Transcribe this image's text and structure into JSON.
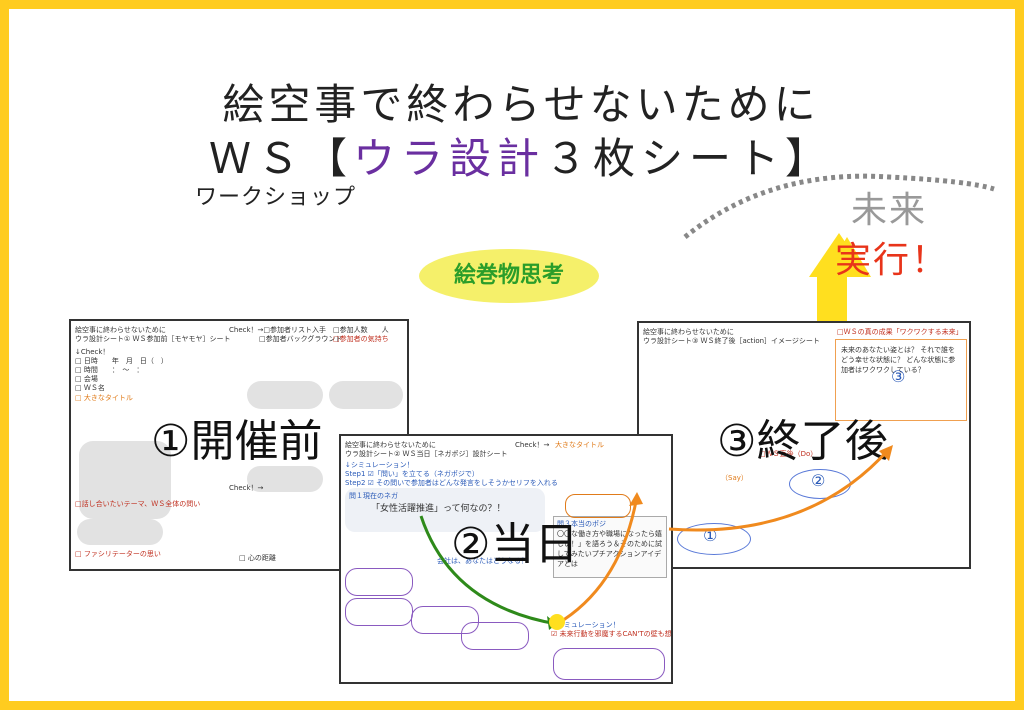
{
  "title": {
    "line1": "絵空事で終わらせないために",
    "line2_prefix": "ＷＳ【",
    "line2_accent": "ウラ設計",
    "line2_suffix": "３枚シート】"
  },
  "subtitle": "ワークショップ",
  "bubble_label": "絵巻物思考",
  "future_label": "未来",
  "action_label": "実行！",
  "sheets": {
    "before": {
      "label": "①開催前",
      "header1": "絵空事に終わらせないために",
      "header2": "ウラ設計シート① ＷＳ参加前［モヤモヤ］シート",
      "check": "Check！→□参加者リスト入手",
      "check2": "□参加者バックグラウンド",
      "check3": "□参加人数　　人",
      "check4": "□参加者の気持ち",
      "check_list": [
        "↓Check！",
        "□ 日時　　年　月　日（　）",
        "□ 時間　　：　〜　：",
        "□ 会場",
        "□ ＷＳ名"
      ],
      "big_title": "□ 大きなタイトル",
      "theme": "□話し合いたいテーマ、ＷＳ全体の問い",
      "facilitator": "□ ファシリテーターの思い",
      "check_bottom": "Check！→",
      "heart": "□ 心の距離"
    },
    "during": {
      "label": "②当日",
      "header1": "絵空事に終わらせないために",
      "header2": "ウラ設計シート② ＷＳ当日［ネガポジ］設計シート",
      "check": "Check！→",
      "sim": "↓シミュレーション！",
      "step1": "Step1 ☑「問い」を立てる（ネガポジで）",
      "step2": "Step2 ☑ その問いで参加者はどんな発言をしそうかセリフを入れる",
      "q1": "問１現在のネガ",
      "q1_text": "「女性活躍推進」って何なの？！",
      "q3": "問３本当のポジ",
      "q3_text": "〇〇な働き方や職場になったら嬉しい！」を語ろう＆そのために試してみたいプチアクションアイデアとは",
      "q2_text": "会社は、あなたはどうなる？",
      "big_title": "大きなタイトル",
      "sim2": "↓シミュレーション！",
      "cant": "☑ 未来行動を邪魔するCAN'Tの壁も想定"
    },
    "after": {
      "label": "③終了後",
      "header1": "絵空事に終わらせないために",
      "header2": "ウラ設計シート③ ＷＳ終了後［action］イメージシート",
      "result": "□ＷＳの真の成果「ワクワクする未来」",
      "result_q": "未来のあなたい姿とは？ それで誰をどう幸せな状態に？ どんな状態に参加者はワクワクしている？",
      "ws_after": "□ＷＳ直後（Do）",
      "say": "（Say）",
      "num1": "①",
      "num2": "②",
      "num3": "③"
    }
  },
  "colors": {
    "border": "#ffcc1f",
    "accent_purple": "#6a2fa0",
    "action_red": "#e8341a",
    "bubble_yellow": "#f5f06a",
    "bubble_text": "#2a9d2a",
    "arrow_yellow": "#ffdf1f",
    "green_curve": "#2e8a1a",
    "orange_curve": "#f08a1e"
  }
}
